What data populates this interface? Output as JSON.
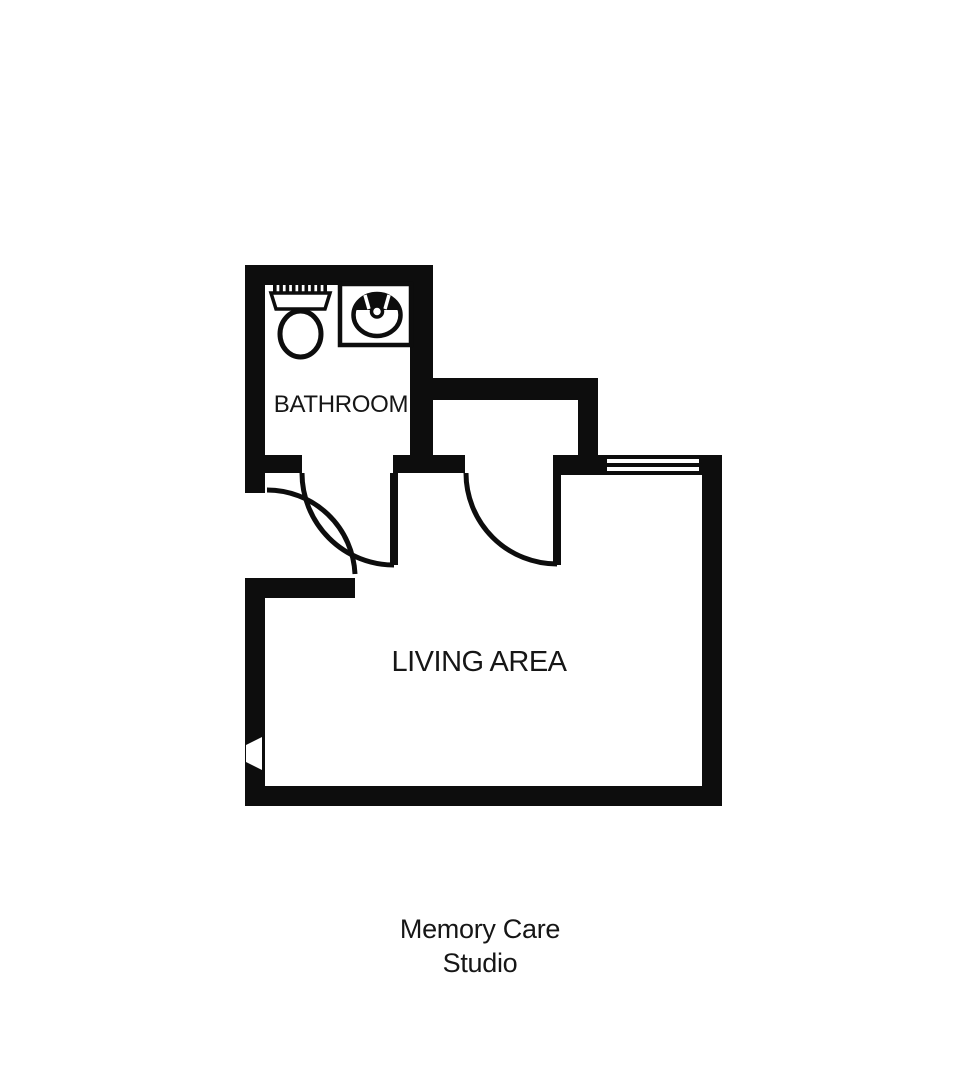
{
  "colors": {
    "wall": "#0d0d0d",
    "bg": "#ffffff",
    "text": "#161616"
  },
  "rooms": {
    "bathroom": {
      "label": "BATHROOM"
    },
    "living_area": {
      "label": "LIVING AREA"
    }
  },
  "caption": {
    "line1": "Memory Care",
    "line2": "Studio"
  },
  "fixtures": {
    "icons": [
      "toilet-icon",
      "sink-icon",
      "window-symbol"
    ],
    "doors": [
      "entry-door-swing",
      "bathroom-door-swing",
      "closet-door-swing"
    ]
  }
}
